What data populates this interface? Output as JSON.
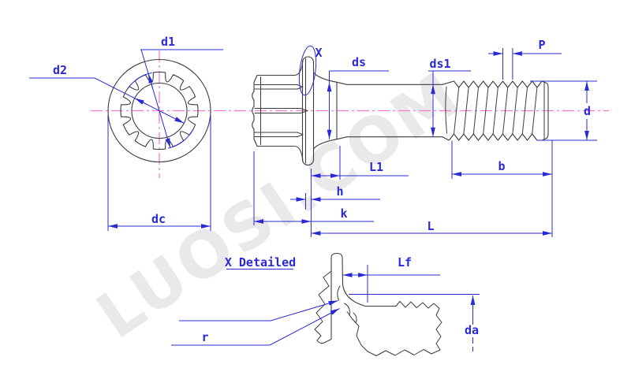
{
  "watermark_text": "LUOSI.COM",
  "colors": {
    "dimension_blue": "#2929d6",
    "outline_gray": "#3c3c3c",
    "centerline_pink": "#ff79c9",
    "watermark_gray": "#e9e9e9",
    "background": "#ffffff"
  },
  "front_view": {
    "labels": {
      "d1": "d1",
      "d2": "d2",
      "dc": "dc"
    }
  },
  "side_view": {
    "labels": {
      "x_ref": "X",
      "ds": "ds",
      "ds1": "ds1",
      "p": "P",
      "d": "d",
      "l1": "L1",
      "h": "h",
      "k": "k",
      "l": "L",
      "b": "b"
    }
  },
  "detail_view": {
    "title": "X Detailed",
    "labels": {
      "lf": "Lf",
      "r": "r",
      "da": "da"
    }
  }
}
